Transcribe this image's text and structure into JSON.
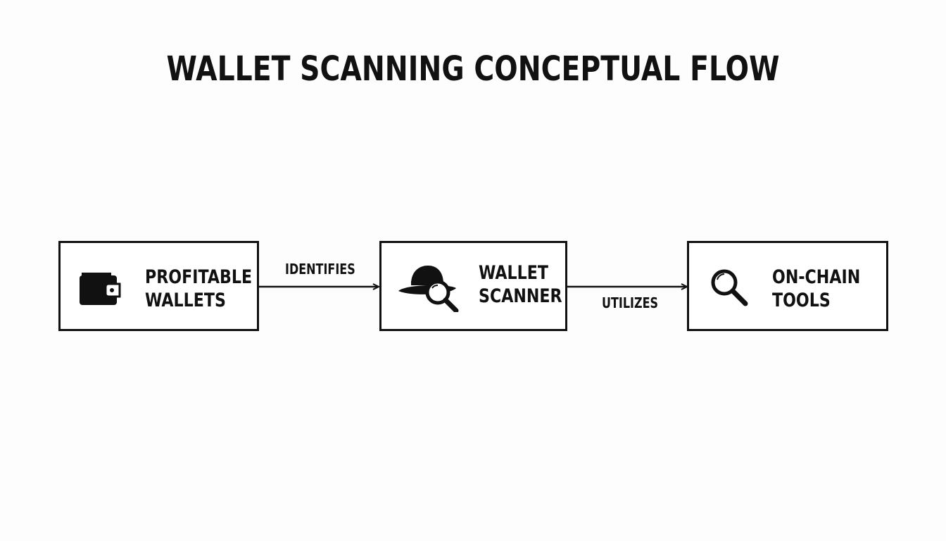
{
  "title": "WALLET SCANNING CONCEPTUAL FLOW",
  "nodes": [
    {
      "id": "profitable-wallets",
      "label_lines": [
        "PROFITABLE",
        "WALLETS"
      ],
      "icon": "wallet-icon"
    },
    {
      "id": "wallet-scanner",
      "label_lines": [
        "WALLET",
        "SCANNER"
      ],
      "icon": "detective-hat-magnifier-icon"
    },
    {
      "id": "on-chain-tools",
      "label_lines": [
        "ON-CHAIN",
        "TOOLS"
      ],
      "icon": "magnifying-glass-icon"
    }
  ],
  "edges": [
    {
      "from": "profitable-wallets",
      "to": "wallet-scanner",
      "label": "IDENTIFIES"
    },
    {
      "from": "wallet-scanner",
      "to": "on-chain-tools",
      "label": "UTILIZES"
    }
  ],
  "colors": {
    "stroke": "#111111",
    "background": "#fdfdfd"
  }
}
